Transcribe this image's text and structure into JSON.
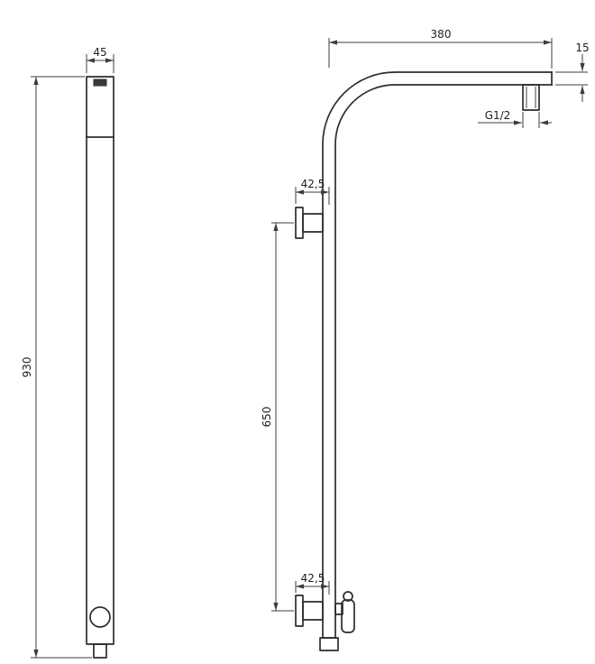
{
  "drawing": {
    "front_view": {
      "width_dim": "45",
      "height_dim": "930"
    },
    "side_view": {
      "arm_length_dim": "380",
      "arm_end_dim": "15",
      "thread_label": "G1/2",
      "upper_bracket_dim": "42,5",
      "rail_span_dim": "650",
      "lower_bracket_dim": "42,5"
    },
    "colors": {
      "background": "#ffffff",
      "object_line": "#2d2d2d",
      "dimension_line": "#3c3c3c",
      "text": "#1e1e1e"
    }
  }
}
